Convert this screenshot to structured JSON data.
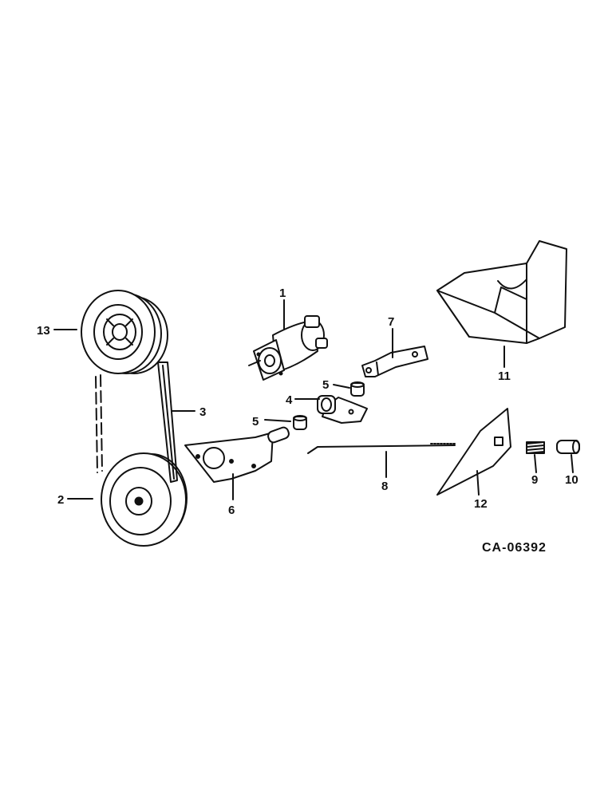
{
  "diagram": {
    "drawing_code": "CA-06392",
    "callouts": [
      {
        "id": "c1",
        "text": "1"
      },
      {
        "id": "c2",
        "text": "2"
      },
      {
        "id": "c3",
        "text": "3"
      },
      {
        "id": "c4",
        "text": "4"
      },
      {
        "id": "c5a",
        "text": "5"
      },
      {
        "id": "c5b",
        "text": "5"
      },
      {
        "id": "c6",
        "text": "6"
      },
      {
        "id": "c7",
        "text": "7"
      },
      {
        "id": "c8",
        "text": "8"
      },
      {
        "id": "c9",
        "text": "9"
      },
      {
        "id": "c10",
        "text": "10"
      },
      {
        "id": "c11",
        "text": "11"
      },
      {
        "id": "c12",
        "text": "12"
      },
      {
        "id": "c13",
        "text": "13"
      }
    ]
  }
}
